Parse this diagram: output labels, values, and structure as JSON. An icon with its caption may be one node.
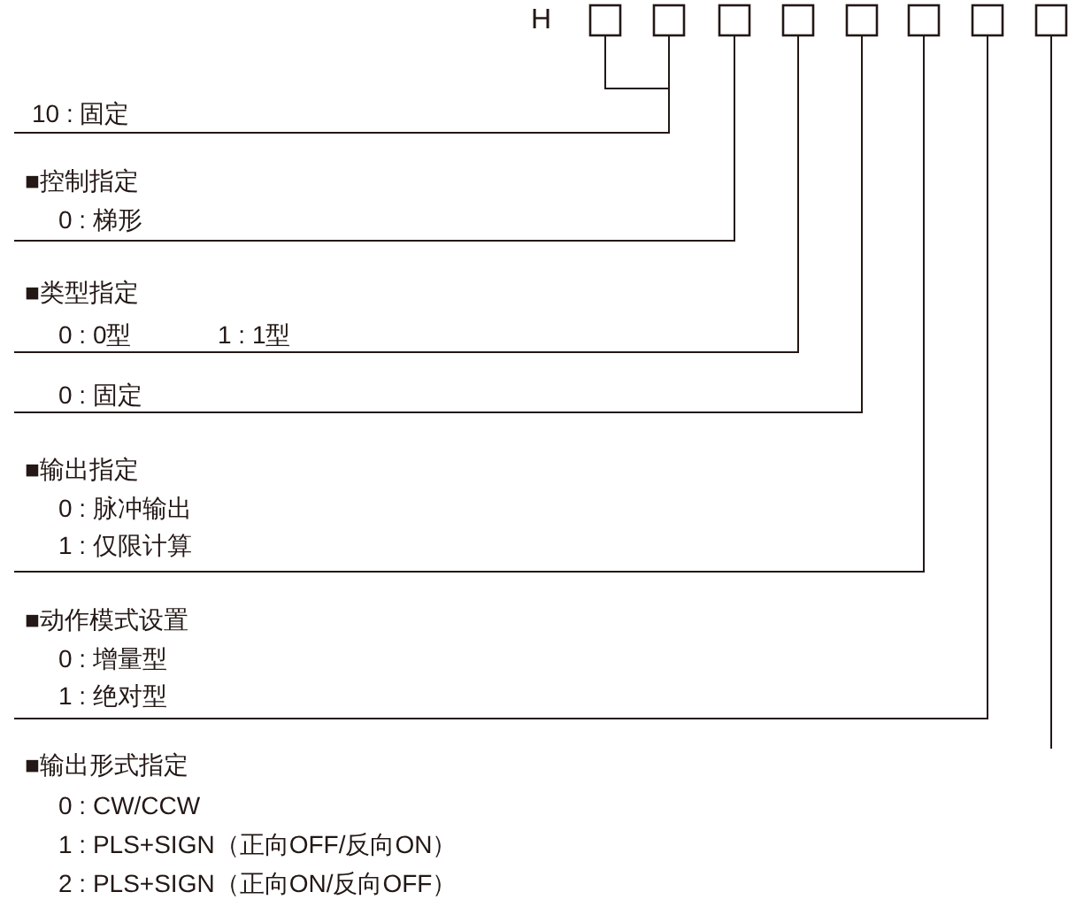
{
  "diagram": {
    "nodes": [
      {
        "text": [],
        "shape": "box"
      },
      {
        "text": [],
        "shape": "box"
      },
      {
        "text": [],
        "shape": "box"
      },
      {
        "text": [],
        "shape": "box"
      },
      {
        "text": [],
        "shape": "box"
      },
      {
        "text": [],
        "shape": "box"
      },
      {
        "text": [],
        "shape": "box"
      },
      {
        "text": [],
        "shape": "box"
      },
      {
        "text": [
          "10 : 固定"
        ]
      },
      {
        "text": [
          "■控制指定",
          "0 : 梯形"
        ]
      },
      {
        "text": [
          "■类型指定",
          "0 : 0型",
          "1 : 1型"
        ]
      },
      {
        "text": [
          "0 : 固定"
        ]
      },
      {
        "text": [
          "■输出指定",
          "0 : 脉冲输出",
          "1 : 仅限计算"
        ]
      },
      {
        "text": [
          "■动作模式设置",
          "0 : 增量型",
          "1 : 绝对型"
        ]
      },
      {
        "text": [
          "■输出形式指定",
          "0 : CW/CCW",
          "1 : PLS+SIGN（正向OFF/反向ON）",
          "2 : PLS+SIGN（正向ON/反向OFF）"
        ]
      }
    ],
    "edges": [
      {
        "from": 0,
        "to": 8,
        "arrow": "none"
      },
      {
        "from": 1,
        "to": 8,
        "arrow": "none"
      },
      {
        "from": 2,
        "to": 9,
        "arrow": "none"
      },
      {
        "from": 3,
        "to": 10,
        "arrow": "none"
      },
      {
        "from": 4,
        "to": 11,
        "arrow": "none"
      },
      {
        "from": 5,
        "to": 12,
        "arrow": "none"
      },
      {
        "from": 6,
        "to": 13,
        "arrow": "none"
      },
      {
        "from": 7,
        "to": 14,
        "arrow": "none"
      }
    ],
    "labels": [
      "H"
    ]
  }
}
